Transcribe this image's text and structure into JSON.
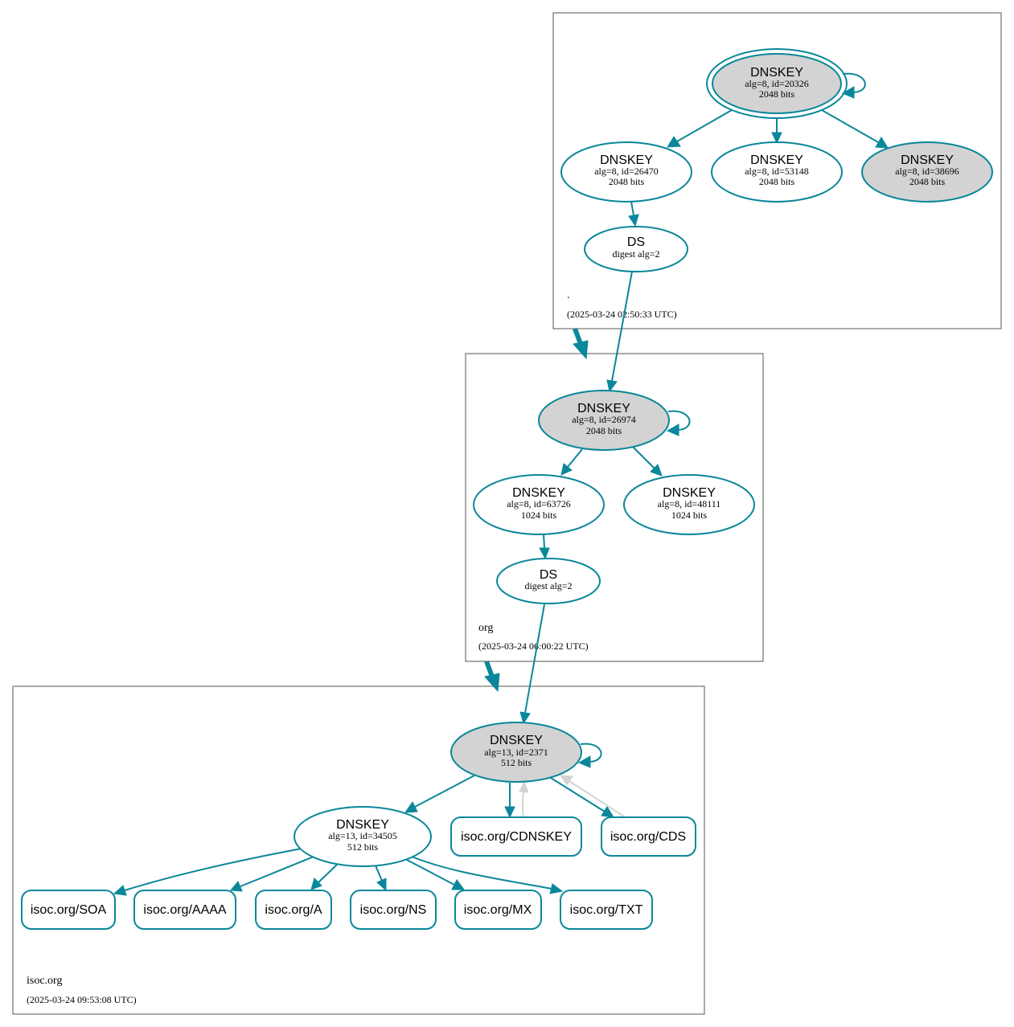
{
  "colors": {
    "edge": "#0a879a",
    "ksk_fill": "#d3d3d3",
    "inactive_edge": "#d3d3d3"
  },
  "zones": {
    "root": {
      "name": ".",
      "timestamp": "(2025-03-24 02:50:33 UTC)"
    },
    "org": {
      "name": "org",
      "timestamp": "(2025-03-24 06:00:22 UTC)"
    },
    "isoc": {
      "name": "isoc.org",
      "timestamp": "(2025-03-24 09:53:08 UTC)"
    }
  },
  "nodes": {
    "root_ksk": {
      "title": "DNSKEY",
      "line1": "alg=8, id=20326",
      "line2": "2048 bits"
    },
    "root_zsk1": {
      "title": "DNSKEY",
      "line1": "alg=8, id=26470",
      "line2": "2048 bits"
    },
    "root_zsk2": {
      "title": "DNSKEY",
      "line1": "alg=8, id=53148",
      "line2": "2048 bits"
    },
    "root_ksk2": {
      "title": "DNSKEY",
      "line1": "alg=8, id=38696",
      "line2": "2048 bits"
    },
    "root_ds": {
      "title": "DS",
      "line1": "digest alg=2"
    },
    "org_ksk": {
      "title": "DNSKEY",
      "line1": "alg=8, id=26974",
      "line2": "2048 bits"
    },
    "org_zsk1": {
      "title": "DNSKEY",
      "line1": "alg=8, id=63726",
      "line2": "1024 bits"
    },
    "org_zsk2": {
      "title": "DNSKEY",
      "line1": "alg=8, id=48111",
      "line2": "1024 bits"
    },
    "org_ds": {
      "title": "DS",
      "line1": "digest alg=2"
    },
    "isoc_ksk": {
      "title": "DNSKEY",
      "line1": "alg=13, id=2371",
      "line2": "512 bits"
    },
    "isoc_zsk": {
      "title": "DNSKEY",
      "line1": "alg=13, id=34505",
      "line2": "512 bits"
    }
  },
  "rrsets": {
    "cdnskey": "isoc.org/CDNSKEY",
    "cds": "isoc.org/CDS",
    "soa": "isoc.org/SOA",
    "aaaa": "isoc.org/AAAA",
    "a": "isoc.org/A",
    "ns": "isoc.org/NS",
    "mx": "isoc.org/MX",
    "txt": "isoc.org/TXT"
  }
}
